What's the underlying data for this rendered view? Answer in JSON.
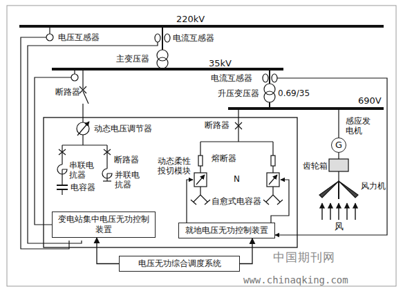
{
  "diagram": {
    "nodes": [
      {
        "text": [
          "G"
        ]
      },
      {
        "text": [
          "变电站集中电压无功控制装置"
        ]
      },
      {
        "text": [
          "就地电压无功控制装置"
        ]
      },
      {
        "text": [
          "电压无功综合调度系统"
        ]
      }
    ],
    "edges": [
      {
        "from": 3,
        "to": 1,
        "arrow": "to"
      },
      {
        "from": 3,
        "to": 2,
        "arrow": "to"
      }
    ],
    "labels": [
      "220kV",
      "电压互感器",
      "电流互感器",
      "主变压器",
      "35kV",
      "断路器",
      "电流互感器",
      "升压变压器",
      "0.69/35",
      "690V",
      "动态电压调节器",
      "断路器",
      "感应发电机",
      "断路器",
      "熔断器",
      "动态柔性投切模块",
      "N",
      "齿轮箱",
      "串联电抗器",
      "电容器",
      "并联电抗器",
      "自愈式电容器",
      "风力机",
      "风",
      "中国期刊网",
      "www.chinaqking.com"
    ]
  }
}
